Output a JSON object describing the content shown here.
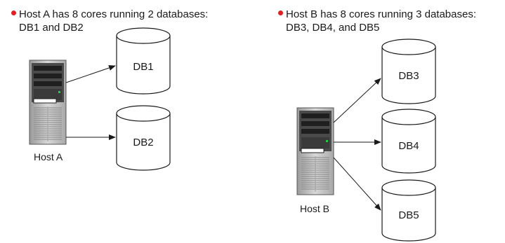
{
  "bullets": {
    "host_a": {
      "line1": "Host A has 8 cores running 2 databases:",
      "line2": "DB1 and DB2"
    },
    "host_b": {
      "line1": "Host B has 8 cores running 3 databases:",
      "line2": "DB3, DB4, and DB5"
    }
  },
  "hosts": {
    "host_a": {
      "label": "Host A"
    },
    "host_b": {
      "label": "Host B"
    }
  },
  "databases": {
    "db1": "DB1",
    "db2": "DB2",
    "db3": "DB3",
    "db4": "DB4",
    "db5": "DB5"
  },
  "colors": {
    "bullet": "#e02020",
    "line": "#1a1a1a",
    "server_body": "#c8c8c8",
    "server_panel": "#3a3a3a",
    "server_led": "#22cc44"
  }
}
